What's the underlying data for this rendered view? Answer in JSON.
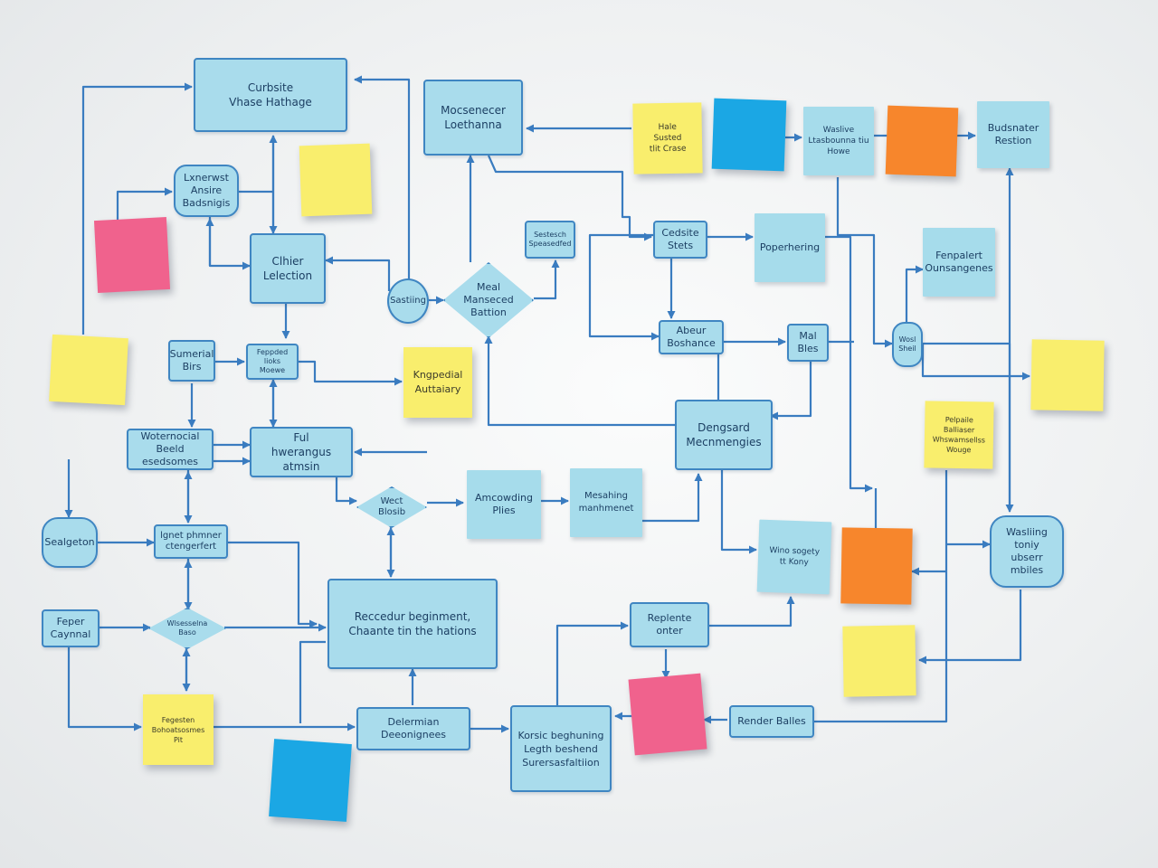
{
  "colors": {
    "box_fill": "#a9dcec",
    "box_border": "#3f86c2",
    "connector": "#3a7cc0",
    "text": "#1c3f63",
    "sticky_yellow": "#f9ee6d",
    "sticky_pink": "#f0628d",
    "sticky_blue": "#1ba7e4",
    "sticky_orange": "#f7862c"
  },
  "nodes": {
    "curbsite": "Curbsite\nVhase Hathage",
    "mocsencer": "Mocsenecer\nLoethanna",
    "hale": "Hale\nSusted\ntlit Crase",
    "waslive": "Waslive\nLtasbounna tiu\nHowe",
    "budsnater": "Budsnater\nRestion",
    "lxnerwst": "Lxnerwst\nAnsire\nBadsnigis",
    "clhier": "Clhier\nLelection",
    "sastiing": "Sastiing",
    "meal": "Meal\nManseced\nBattion",
    "sestesch": "Sestesch\nSpeasedfed",
    "cedsite": "Cedsite\nStets",
    "poperhering": "Poperhering",
    "fenpalert": "Fenpalert\nOunsangenes",
    "sumerial": "Sumerial\nBirs",
    "feppded": "Feppded\nlioks\nMoewe",
    "kngpedial": "Kngpedial\nAuttaiary",
    "abeur": "Abeur\nBoshance",
    "mal": "Mal\nBles",
    "wosl": "Wosl\nSheil",
    "woternocial": "Woternocial\nBeeld esedsomes",
    "ful": "Ful\nhwerangus atmsin",
    "dengsard": "Dengsard\nMecnmengies",
    "pelpaile": "Pelpaile\nBalliaser\nWhswamsellss\nWouge",
    "wect": "Wect\nBlosib",
    "amcowding": "Amcowding\nPlies",
    "mesahing": "Mesahing\nmanhmenet",
    "sealgeton": "Sealgeton",
    "lgnetpheme": "lgnet phmner\nctengerfert",
    "wino": "Wino sogety\ntt Kony",
    "wasliing": "Wasliing\ntoniy\nubserr\nmbiles",
    "feper": "Feper\nCaynnal",
    "wlsesselna": "Wlsesselna\nBaso",
    "reccedur": "Reccedur beginment,\nChaante tin the hations",
    "replente": "Replente onter",
    "fegesten": "Fegesten\nBohoatsosmes\nPit",
    "delermian": "Delermian\nDeeonignees",
    "korsic": "Korsic beghuning\nLegth beshend\nSurersasfaltiion",
    "render": "Render Balles"
  }
}
